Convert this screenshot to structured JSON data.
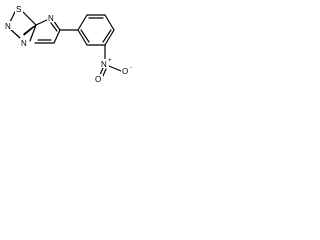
{
  "atoms": {
    "sulfur": "S",
    "ring_nitrogen_top": "N",
    "ring_nitrogen_left": "N",
    "ring_nitrogen_bridge": "N",
    "nitro_nitrogen": "N",
    "nitro_oxygen_single": "O",
    "nitro_oxygen_double": "O",
    "nitro_positive_charge": "+",
    "nitro_negative_charge": "-"
  }
}
